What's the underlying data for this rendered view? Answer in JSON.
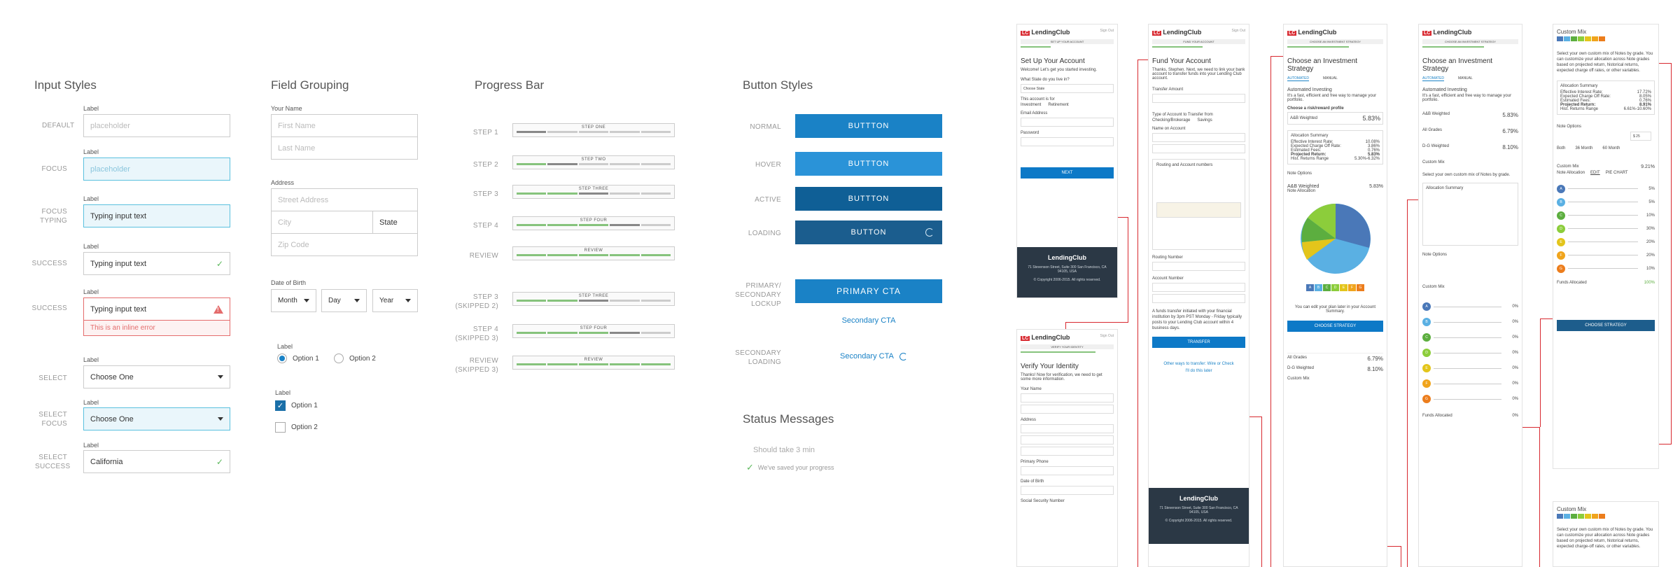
{
  "input_styles": {
    "title": "Input Styles",
    "rows": [
      {
        "state": "DEFAULT",
        "label": "Label",
        "value": "placeholder"
      },
      {
        "state": "FOCUS",
        "label": "Label",
        "value": "placeholder"
      },
      {
        "state": "FOCUS TYPING",
        "label": "Label",
        "value": "Typing input text"
      },
      {
        "state": "SUCCESS",
        "label": "Label",
        "value": "Typing input text"
      },
      {
        "state": "SUCCESS",
        "label": "Label",
        "value": "Typing input text",
        "error": "This is an inline error"
      },
      {
        "state": "SELECT",
        "label": "Label",
        "value": "Choose One"
      },
      {
        "state": "SELECT FOCUS",
        "label": "Label",
        "value": "Choose One"
      },
      {
        "state": "SELECT SUCCESS",
        "label": "Label",
        "value": "California"
      }
    ]
  },
  "field_grouping": {
    "title": "Field Grouping",
    "name_label": "Your Name",
    "first_name": "First Name",
    "last_name": "Last Name",
    "address_label": "Address",
    "street": "Street Address",
    "city": "City",
    "state": "State",
    "zip": "Zip Code",
    "dob_label": "Date of Birth",
    "month": "Month",
    "day": "Day",
    "year": "Year",
    "radio_label": "Label",
    "option1": "Option 1",
    "option2": "Option 2",
    "check_label": "Label",
    "check1": "Option 1",
    "check2": "Option 2"
  },
  "progress_bar": {
    "title": "Progress Bar",
    "rows": [
      {
        "label": "STEP 1",
        "text": "STEP ONE"
      },
      {
        "label": "STEP 2",
        "text": "STEP TWO"
      },
      {
        "label": "STEP 3",
        "text": "STEP THREE"
      },
      {
        "label": "STEP 4",
        "text": "STEP FOUR"
      },
      {
        "label": "REVIEW",
        "text": "REVIEW"
      },
      {
        "label": "STEP 3 (SKIPPED 2)",
        "text": "STEP THREE"
      },
      {
        "label": "STEP 4 (SKIPPED 3)",
        "text": "STEP FOUR"
      },
      {
        "label": "REVIEW (SKIPPED 3)",
        "text": "REVIEW"
      }
    ]
  },
  "button_styles": {
    "title": "Button Styles",
    "normal": "NORMAL",
    "hover": "HOVER",
    "active": "ACTIVE",
    "loading": "LOADING",
    "btn_text": "BUTTTON",
    "btn_loading_text": "BUTTON",
    "primary_lockup": "PRIMARY/ SECONDARY LOCKUP",
    "primary_cta": "PRIMARY CTA",
    "secondary_cta": "Secondary CTA",
    "secondary_loading": "SECONDARY LOADING",
    "secondary_cta_loading": "Secondary CTA",
    "colors": {
      "normal": "#1a82c6",
      "hover": "#2a93d8",
      "active": "#0f5f96",
      "loading": "#1b5d8e"
    }
  },
  "status_messages": {
    "title": "Status Messages",
    "time": "Should take 3 min",
    "saved": "We've saved your progress"
  },
  "screens": {
    "brand": "LendingClub",
    "signout": "Sign Out",
    "s1": {
      "step": "SET UP YOUR ACCOUNT",
      "heading": "Set Up Your Account",
      "intro": "Welcome! Let's get you started investing.",
      "state_q": "What State do you live in?",
      "state_val": "Choose State",
      "acct_q": "This account is for",
      "opt1": "Investment",
      "opt2": "Retirement",
      "email": "Email Address",
      "password": "Password",
      "button": "NEXT",
      "foot_addr": "71 Stevenson Street, Suite 300 San Francisco, CA 94105, USA",
      "foot_copy": "© Copyright 2006-2015. All rights reserved."
    },
    "s2": {
      "step": "FUND YOUR ACCOUNT",
      "heading": "Fund Your Account",
      "intro": "Thanks, Stephen. Next, we need to link your bank account to transfer funds into your Lending Club account.",
      "transfer": "Transfer Amount",
      "type_q": "Type of Account to Transfer from",
      "checking": "Checking/Brokerage",
      "savings": "Savings",
      "name": "Name on Account",
      "routing_title": "Routing and Account numbers",
      "routing_num": "Routing Number",
      "account_num": "Account Number",
      "note": "A funds transfer initiated with your financial institution by 3pm PST Monday - Friday typically posts to your Lending Club account within 4 business days.",
      "button": "TRANSFER",
      "other": "Other ways to transfer: Wire or Check",
      "later": "I'll do this later"
    },
    "s3": {
      "step": "CHOOSE AN INVESTMENT STRATEGY",
      "heading": "Choose an Investment Strategy",
      "tab1": "AUTOMATED",
      "tab2": "MANUAL",
      "auto_title": "Automated Investing",
      "auto_desc": "It's a fast, efficient and free way to manage your portfolio.",
      "risk": "Choose a risk/reward profile",
      "ab_name": "A&B Weighted",
      "ab_val": "5.83%",
      "all_name": "All Grades",
      "all_val": "6.79%",
      "dg_name": "D-G Weighted",
      "dg_val": "8.10%",
      "custom": "Custom Mix",
      "alloc": "Allocation Summary",
      "eir": "Effective Interest Rate:",
      "eir_v": "10.08%",
      "ecor": "Expected Charge Off Rate:",
      "ecor_v": "3.86%",
      "fees": "Estimated Fees:",
      "fees_v": "0.76%",
      "proj": "Projected Return:",
      "proj_v": "5.83%",
      "hist": "Hist. Returns Range",
      "hist_v": "5.30%-6.32%",
      "note_opts": "Note Options",
      "note_alloc": "Note Allocation",
      "button": "CHOOSE STRATEGY",
      "edit_later": "You can edit your plan later in your Account Summary."
    },
    "s4": {
      "step": "CHOOSE AN INVESTMENT STRATEGY",
      "heading": "Choose an Investment Strategy",
      "custom_desc": "Select your own custom mix of Notes by grade.",
      "funds": "Funds Allocated",
      "funds_v": "0%"
    },
    "s5": {
      "heading": "Custom Mix",
      "desc": "Select your own custom mix of Notes by grade. You can customize your allocation across Note grades based on projected return, historical returns, expected charge off rates, or other variables.",
      "alloc": "Allocation Summary",
      "eir_v": "17.72%",
      "ecor_v": "8.05%",
      "fees_v": "0.76%",
      "proj_v": "8.91%",
      "hist_v": "6.61%-10.60%",
      "note_opts": "Note Options",
      "invest_amt": "$ 25",
      "both": "Both",
      "m36": "36 Month",
      "m60": "60 Month",
      "custom_mix_v": "9.21%",
      "edit": "EDIT",
      "pie": "PIE CHART",
      "grade_pcts": [
        "5%",
        "5%",
        "10%",
        "30%",
        "20%",
        "20%",
        "10%"
      ],
      "funds": "Funds Allocated",
      "funds_v": "100%",
      "button": "CHOOSE STRATEGY"
    },
    "s6": {
      "step": "VERIFY YOUR IDENTITY",
      "heading": "Verify Your Identity",
      "intro": "Thanks! Now for verification, we need to get some more information.",
      "your_name": "Your Name",
      "address": "Address",
      "phone": "Primary Phone",
      "dob": "Date of Birth",
      "ssn": "Social Security Number"
    },
    "s7": {
      "heading": "Custom Mix",
      "desc": "Select your own custom mix of Notes by grade. You can customize your allocation across Note grades based on projected return, historical returns, expected charge-off rates, or other variables."
    },
    "grade_letters": [
      "A",
      "B",
      "C",
      "D",
      "E",
      "F",
      "G"
    ],
    "grade_colors": [
      "#4a78b8",
      "#5ab0e3",
      "#5cae3f",
      "#8ccd3b",
      "#e3c51b",
      "#f0a41c",
      "#ec7d1c"
    ]
  }
}
